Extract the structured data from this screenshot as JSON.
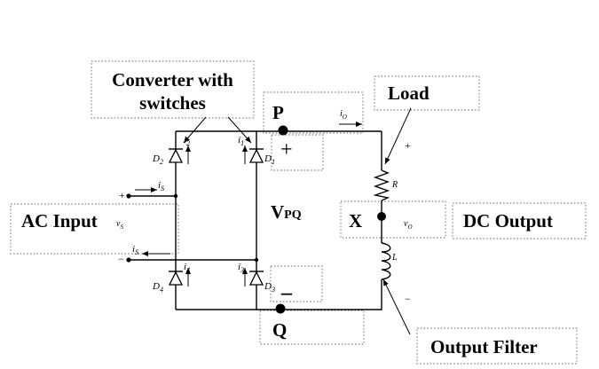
{
  "labels": {
    "converter": "Converter with\nswitches",
    "load": "Load",
    "ac_input": "AC Input",
    "dc_output": "DC Output",
    "output_filter": "Output Filter",
    "node_p": "P",
    "node_q": "Q",
    "node_x": "X",
    "vpq_main": "V",
    "vpq_sub": "PQ",
    "plus_top": "+",
    "minus_bottom": "_"
  },
  "components": {
    "d1": "D",
    "d1_sub": "1",
    "d2": "D",
    "d2_sub": "2",
    "d3": "D",
    "d3_sub": "3",
    "d4": "D",
    "d4_sub": "4",
    "i1": "i",
    "i1_sub": "1",
    "i2": "i",
    "i2_sub": "2",
    "i3": "i",
    "i3_sub": "3",
    "i4": "i",
    "i4_sub": "4",
    "is_top": "i",
    "is_top_sub": "S",
    "is_bot": "i",
    "is_bot_sub": "S",
    "vs": "v",
    "vs_sub": "S",
    "io": "i",
    "io_sub": "O",
    "vo": "v",
    "vo_sub": "O",
    "r": "R",
    "l": "L",
    "src_plus": "+",
    "src_minus": "−",
    "out_plus": "+",
    "out_minus": "−"
  }
}
